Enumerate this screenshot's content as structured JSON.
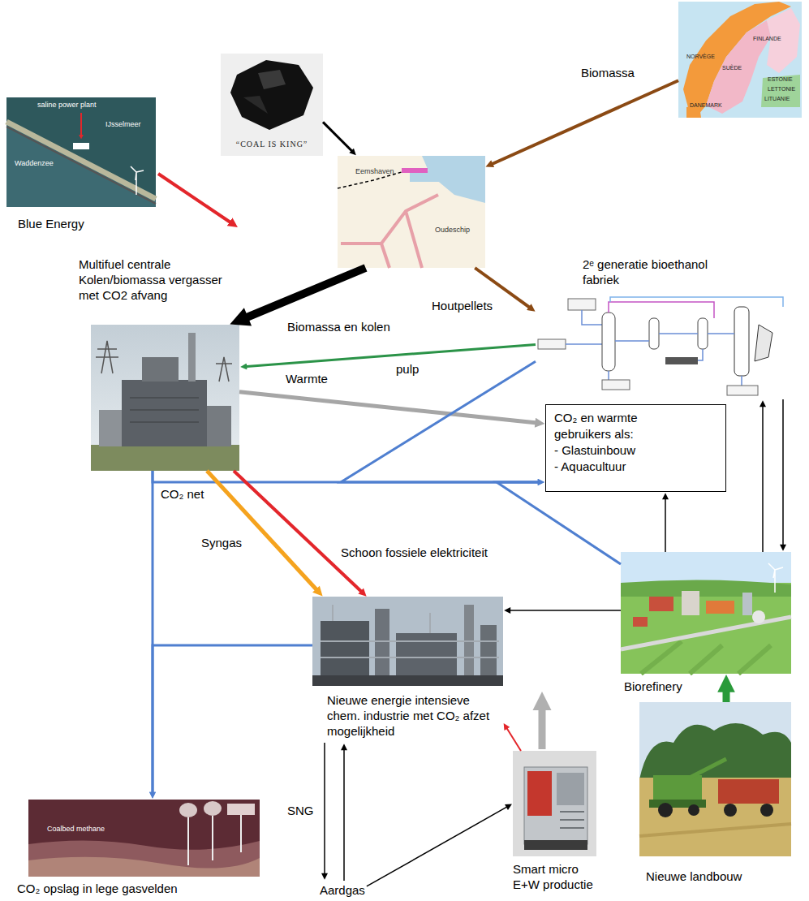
{
  "diagram": {
    "nodes": [
      {
        "text": [
          "Blue Energy"
        ]
      },
      {
        "text": [
          "“COAL IS KING”"
        ]
      },
      {
        "text": [
          "Biomassa"
        ]
      },
      {
        "text": [
          "Eemshaven",
          "Oudeschip"
        ]
      },
      {
        "text": [
          "Multifuel centrale Kolen/biomassa vergasser met CO2 afvang"
        ]
      },
      {
        "text": [
          "2ᵉ generatie bioethanol fabriek"
        ]
      },
      {
        "text": [
          "CO₂ en warmte gebruikers als:",
          "- Glastuinbouw",
          "- Aquacultuur"
        ]
      },
      {
        "text": [
          "Nieuwe energie intensieve chem. industrie met CO₂ afzet mogelijkheid"
        ]
      },
      {
        "text": [
          "Biorefinery"
        ]
      },
      {
        "text": [
          "CO₂ opslag in lege gasvelden"
        ]
      },
      {
        "text": [
          "Aardgas"
        ]
      },
      {
        "text": [
          "Smart micro E+W productie"
        ]
      },
      {
        "text": [
          "Nieuwe landbouw"
        ]
      }
    ],
    "edges": [
      {
        "from": 1,
        "to": 3,
        "arrow": "to"
      },
      {
        "from": 2,
        "to": 3,
        "arrow": "to"
      },
      {
        "from": 3,
        "to": 4,
        "label": "Biomassa en kolen",
        "arrow": "to"
      },
      {
        "from": 3,
        "to": 5,
        "label": "Houtpellets",
        "arrow": "to"
      },
      {
        "from": 5,
        "to": 4,
        "label": "pulp",
        "arrow": "to"
      },
      {
        "from": 4,
        "to": 6,
        "label": "Warmte",
        "arrow": "to"
      },
      {
        "from": 4,
        "to": 6,
        "label": "CO₂ net",
        "arrow": "to"
      },
      {
        "from": 5,
        "to": 6,
        "arrow": "to"
      },
      {
        "from": 8,
        "to": 6,
        "arrow": "to"
      },
      {
        "from": 8,
        "to": 6,
        "arrow": "to"
      },
      {
        "from": 4,
        "to": 9,
        "arrow": "to"
      },
      {
        "from": 7,
        "to": 9,
        "arrow": "to"
      },
      {
        "from": 4,
        "to": 7,
        "label": "Syngas",
        "arrow": "to"
      },
      {
        "from": 4,
        "to": 7,
        "label": "Schoon fossiele elektriciteit",
        "arrow": "to"
      },
      {
        "from": 8,
        "to": 7,
        "arrow": "to"
      },
      {
        "from": 8,
        "to": 5,
        "arrow": "to"
      },
      {
        "from": 5,
        "to": 8,
        "arrow": "to"
      },
      {
        "from": 12,
        "to": 8,
        "arrow": "to"
      },
      {
        "from": 7,
        "to": 10,
        "label": "SNG",
        "arrow": "to"
      },
      {
        "from": 10,
        "to": 7,
        "arrow": "to"
      },
      {
        "from": 10,
        "to": 11,
        "arrow": "to"
      },
      {
        "from": 11,
        "to": 7,
        "arrow": "to"
      }
    ],
    "labels": [
      "saline power plant",
      "IJsselmeer",
      "Waddenzee",
      "NORVÈGE",
      "SUÈDE",
      "FINLANDE",
      "DANEMARK",
      "ESTONIE",
      "LETTONIE",
      "LITUANIE",
      "Coalbed methane"
    ]
  }
}
